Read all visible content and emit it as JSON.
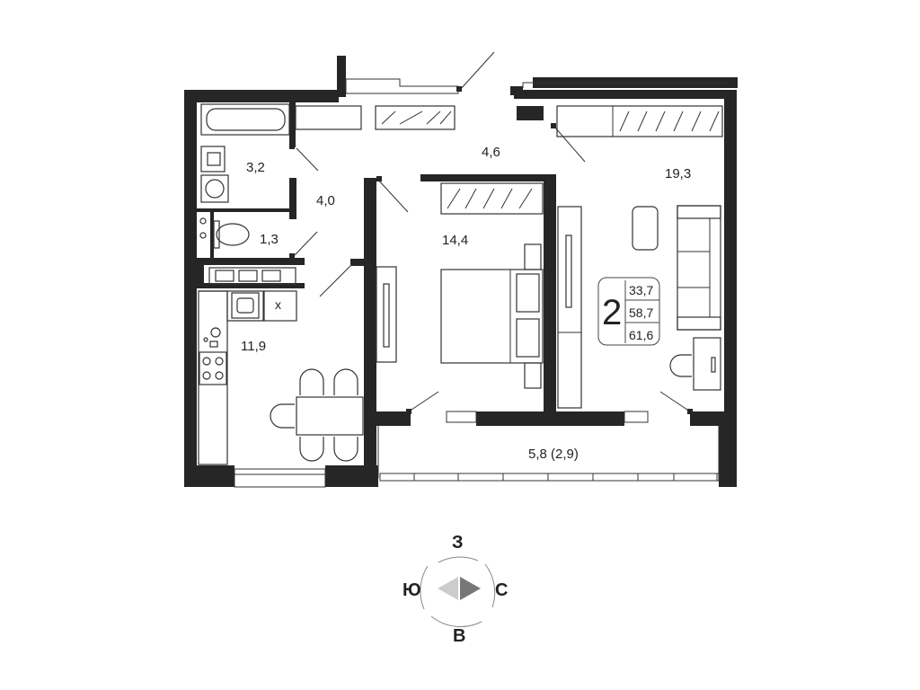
{
  "rooms": [
    {
      "id": "bathroom",
      "area": "3,2"
    },
    {
      "id": "wc",
      "area": "1,3"
    },
    {
      "id": "corridor",
      "area": "4,0"
    },
    {
      "id": "hall",
      "area": "4,6"
    },
    {
      "id": "kitchen",
      "area": "11,9"
    },
    {
      "id": "bedroom",
      "area": "14,4"
    },
    {
      "id": "living",
      "area": "19,3"
    },
    {
      "id": "balcony",
      "area": "5,8 (2,9)"
    }
  ],
  "summary": {
    "rooms_count": "2",
    "living_area": "33,7",
    "total_area": "58,7",
    "total_with_balcony": "61,6"
  },
  "compass": {
    "north": "З",
    "south": "В",
    "west": "Ю",
    "east": "С"
  }
}
